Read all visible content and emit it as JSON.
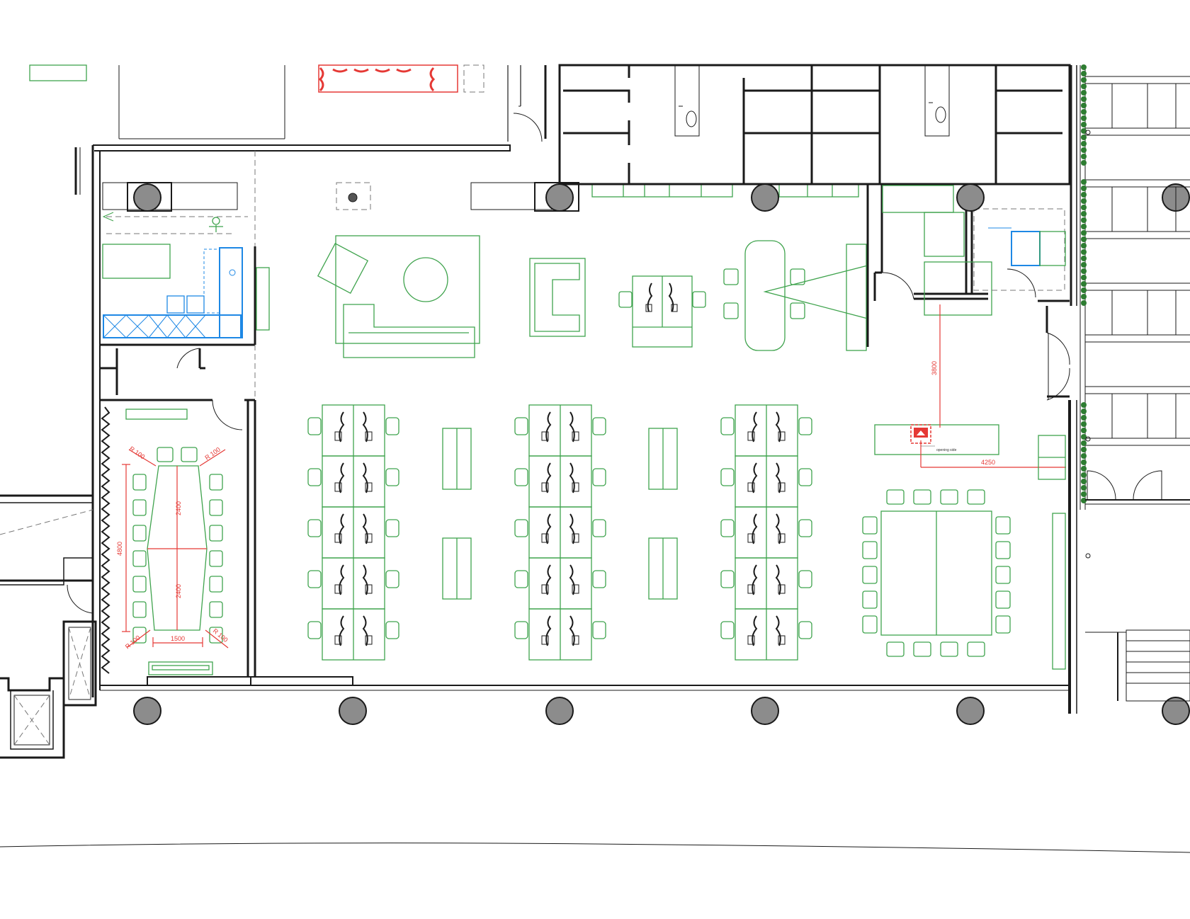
{
  "colors": {
    "wall": "#1a1a1a",
    "furniture": "#3fa34d",
    "kitchen": "#1e88e5",
    "dimension": "#e53935",
    "column": "#8c8c8c",
    "plants": "#2e7d32"
  },
  "dimensions": {
    "meeting_half_top": "2400",
    "meeting_half_bottom": "2400",
    "meeting_length": "4800",
    "meeting_width": "1500",
    "radius_top_left": "R 100",
    "radius_top_right": "R 100",
    "radius_bottom_left": "R 100",
    "radius_bottom_right": "R 100",
    "screen_offset_vertical": "3800",
    "screen_offset_horizontal": "4250"
  },
  "annotations": {
    "screen_note": "opening side"
  },
  "icons": [
    "column",
    "workstation",
    "chair",
    "door-swing",
    "plant",
    "sink",
    "screen-marker"
  ]
}
